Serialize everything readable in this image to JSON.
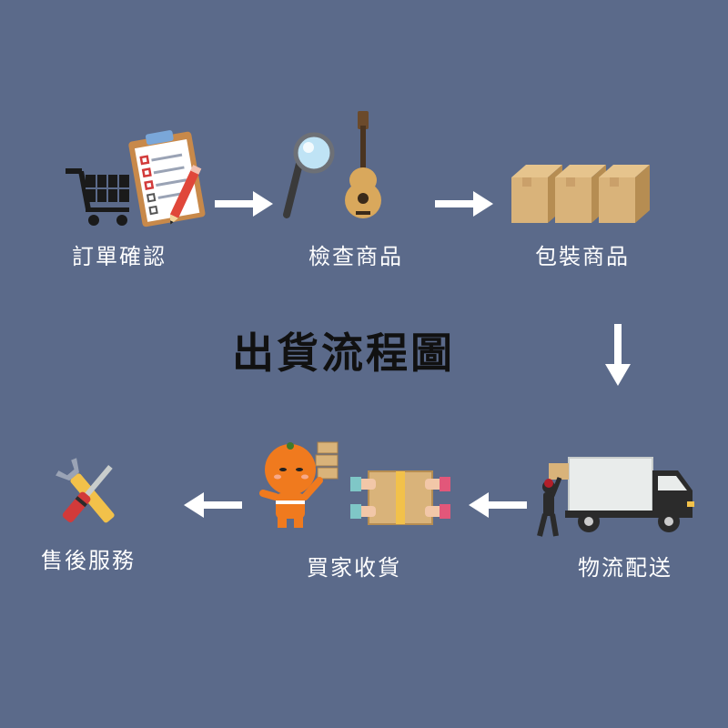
{
  "title": "出貨流程圖",
  "steps": [
    {
      "label": "訂單確認",
      "icon": "cart-clipboard-icon"
    },
    {
      "label": "檢查商品",
      "icon": "magnifier-guitar-icon"
    },
    {
      "label": "包裝商品",
      "icon": "boxes-icon"
    },
    {
      "label": "物流配送",
      "icon": "delivery-truck-icon"
    },
    {
      "label": "買家收貨",
      "icon": "buyer-receiving-icon"
    },
    {
      "label": "售後服務",
      "icon": "tools-icon"
    }
  ],
  "colors": {
    "background": "#5b6a8a",
    "label": "#ffffff",
    "title": "#111111",
    "arrow": "#ffffff",
    "box": "#d9b37a",
    "character": "#f07a1e"
  }
}
